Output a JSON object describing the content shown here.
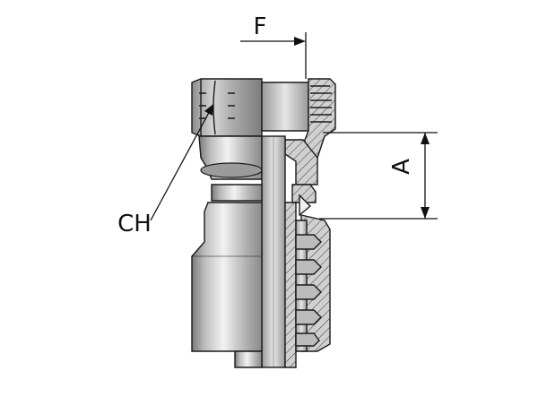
{
  "labels": {
    "f": "F",
    "a": "A",
    "ch": "CH"
  },
  "colors": {
    "metal_light": "#d9d9d9",
    "metal_mid": "#a8a8a8",
    "metal_dark": "#6e6e6e",
    "section_face": "#c8c8c8",
    "line": "#111111"
  }
}
